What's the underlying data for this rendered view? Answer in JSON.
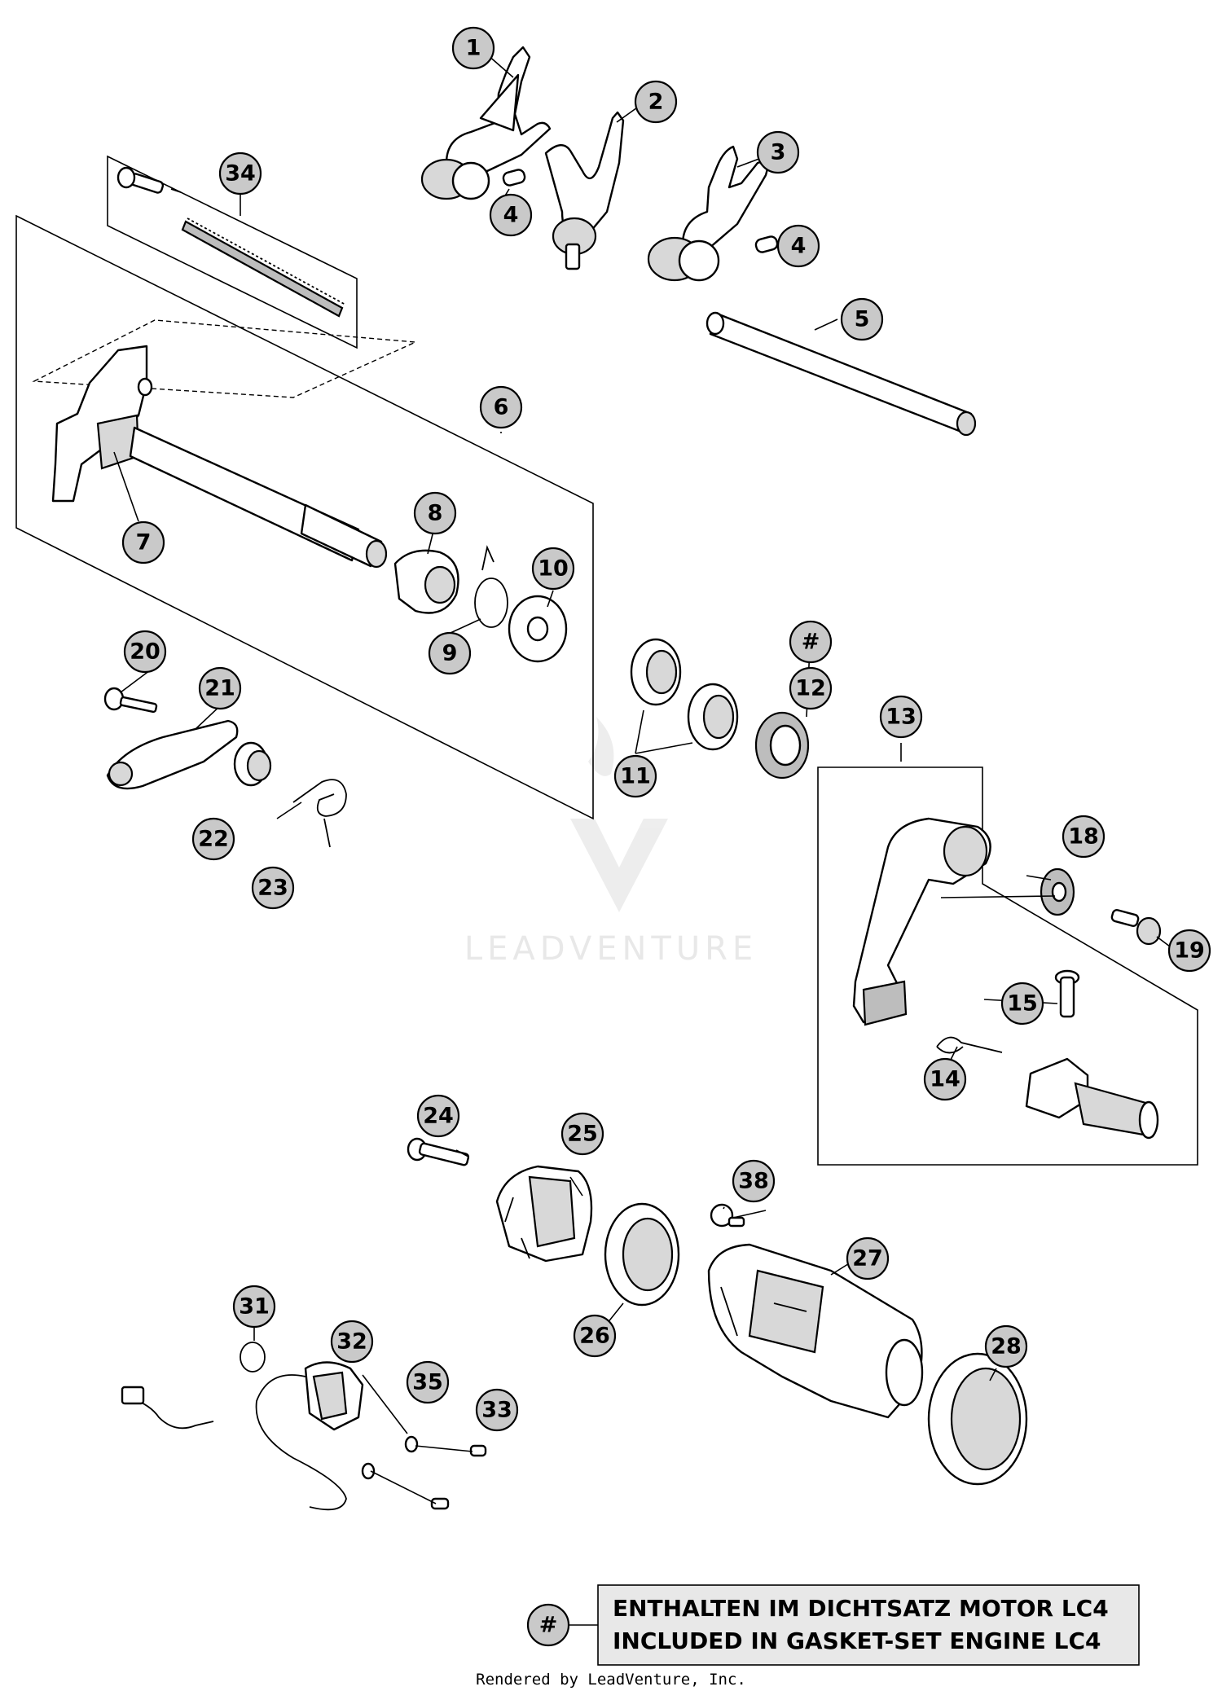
{
  "callouts": [
    "1",
    "2",
    "3",
    "4",
    "4",
    "5",
    "6",
    "7",
    "8",
    "9",
    "10",
    "#",
    "11",
    "12",
    "13",
    "14",
    "15",
    "18",
    "19",
    "20",
    "21",
    "22",
    "23",
    "24",
    "25",
    "26",
    "27",
    "28",
    "31",
    "32",
    "33",
    "34",
    "35",
    "38"
  ],
  "watermark": {
    "text": "LEADVENTURE"
  },
  "note": {
    "symbol": "#",
    "line1": "ENTHALTEN IM DICHTSATZ MOTOR LC4",
    "line2": "INCLUDED IN GASKET-SET ENGINE LC4"
  },
  "footer": {
    "text": "Rendered by LeadVenture, Inc."
  }
}
